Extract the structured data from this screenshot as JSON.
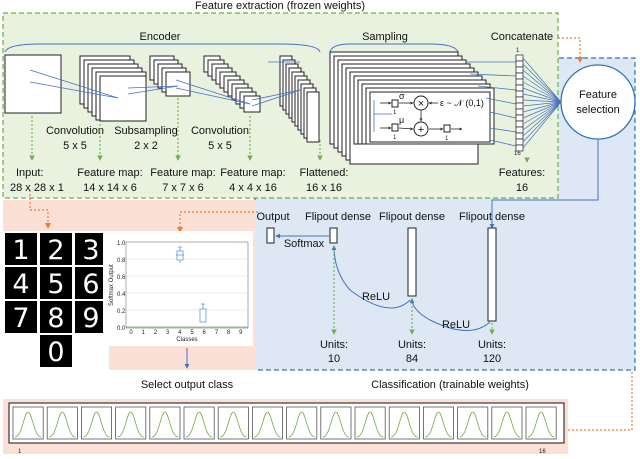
{
  "regions": {
    "feature_extraction": "Feature extraction (frozen weights)",
    "classification": "Classification (trainable weights)"
  },
  "encoder": {
    "title": "Encoder",
    "ops": [
      "Convolution",
      "5 x 5",
      "Subsampling",
      "2 x 2",
      "Convolution",
      "5 x 5"
    ],
    "input": [
      "Input:",
      "28 x 28 x 1"
    ],
    "maps": [
      [
        "Feature map:",
        "14 x 14 x 6"
      ],
      [
        "Feature map:",
        "7 x 7 x 6"
      ],
      [
        "Feature map:",
        "4 x 4 x 16"
      ]
    ],
    "flattened": [
      "Flattened:",
      "16 x 16"
    ]
  },
  "sampling": {
    "title": "Sampling",
    "sigma": "σ",
    "mu": "μ",
    "eps": "ε ~ 𝒩 (0,1)",
    "mult": "×",
    "plus": "+",
    "one": "1"
  },
  "concatenate": {
    "title": "Concatenate",
    "top_index": "1",
    "bottom_index": "16",
    "features": [
      "Features:",
      "16"
    ]
  },
  "feature_selection": [
    "Feature",
    "selection"
  ],
  "dense": {
    "output": "Output",
    "flipout": "Flipout dense",
    "softmax": "Softmax",
    "relu": "ReLU",
    "units": [
      [
        "Units:",
        "10"
      ],
      [
        "Units:",
        "84"
      ],
      [
        "Units:",
        "120"
      ]
    ]
  },
  "digits": [
    "1",
    "2",
    "3",
    "4",
    "5",
    "6",
    "7",
    "8",
    "9",
    "0"
  ],
  "plot": {
    "y_label": "Softmax Output",
    "x_label": "Classes",
    "y_ticks": [
      "1.0",
      "0.8",
      "0.6",
      "0.4",
      "0.2",
      "0.0"
    ],
    "x_ticks": [
      "0",
      "1",
      "2",
      "3",
      "4",
      "5",
      "6",
      "7",
      "8",
      "9"
    ]
  },
  "select_output": "Select output class",
  "strip": {
    "first": "1",
    "last": "16"
  },
  "colors": {
    "green_bg": "#e9f2df",
    "green_border": "#70ad47",
    "blue_bg": "#dde8f4",
    "blue_border": "#2e75b6",
    "salmon_bg": "#fbe1d5",
    "orange": "#ed7d31",
    "arrow_blue": "#4472c4"
  }
}
